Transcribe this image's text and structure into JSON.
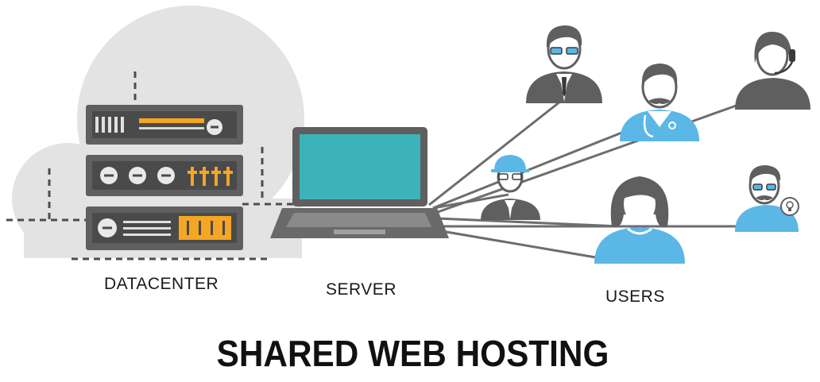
{
  "labels": {
    "datacenter": "DATACENTER",
    "server": "SERVER",
    "users": "USERS"
  },
  "title": "SHARED WEB HOSTING",
  "colors": {
    "dark_gray": "#5f5f5f",
    "light_gray_bg": "#e3e3e3",
    "orange": "#f5a623",
    "teal_screen": "#3bb3b9",
    "light_blue": "#5ab7e6",
    "line_gray": "#6d6d6d"
  },
  "icons": {
    "datacenter": "server-rack-icon",
    "server": "laptop-icon",
    "users": [
      "businessman-icon",
      "doctor-icon",
      "support-agent-icon",
      "engineer-icon",
      "woman-icon",
      "idea-man-icon"
    ]
  }
}
